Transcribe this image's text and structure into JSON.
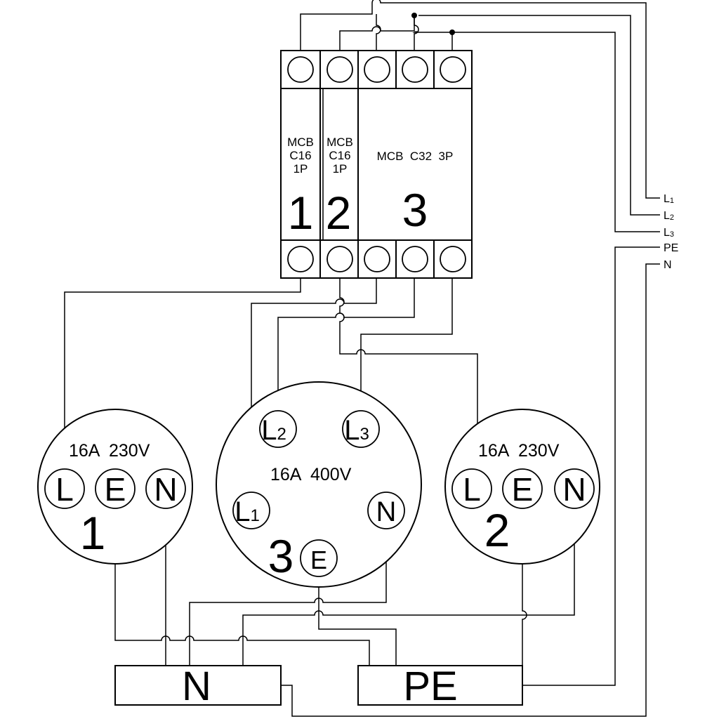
{
  "breakers": [
    {
      "id": "mcb1",
      "lines": [
        "MCB",
        "C16",
        "1P"
      ],
      "number": "1"
    },
    {
      "id": "mcb2",
      "lines": [
        "MCB",
        "C16",
        "1P"
      ],
      "number": "2"
    },
    {
      "id": "mcb3",
      "line": "MCB  C32  3P",
      "number": "3"
    }
  ],
  "supply": [
    {
      "main": "L",
      "sub": "1"
    },
    {
      "main": "L",
      "sub": "2"
    },
    {
      "main": "L",
      "sub": "3"
    },
    {
      "main": "PE",
      "sub": ""
    },
    {
      "main": "N",
      "sub": ""
    }
  ],
  "sockets": [
    {
      "id": "socket-1",
      "rating": "16A  230V",
      "number": "1",
      "pins": [
        {
          "main": "L",
          "sub": ""
        },
        {
          "main": "E",
          "sub": ""
        },
        {
          "main": "N",
          "sub": ""
        }
      ]
    },
    {
      "id": "socket-2",
      "rating": "16A  230V",
      "number": "2",
      "pins": [
        {
          "main": "L",
          "sub": ""
        },
        {
          "main": "E",
          "sub": ""
        },
        {
          "main": "N",
          "sub": ""
        }
      ]
    },
    {
      "id": "socket-3",
      "rating": "16A  400V",
      "number": "3",
      "pins": [
        {
          "main": "L",
          "sub": "2"
        },
        {
          "main": "L",
          "sub": "3"
        },
        {
          "main": "L",
          "sub": "1"
        },
        {
          "main": "N",
          "sub": ""
        },
        {
          "main": "E",
          "sub": ""
        }
      ]
    }
  ],
  "bars": [
    {
      "id": "neutral-bar",
      "label": "N"
    },
    {
      "id": "pe-bar",
      "label": "PE"
    }
  ]
}
